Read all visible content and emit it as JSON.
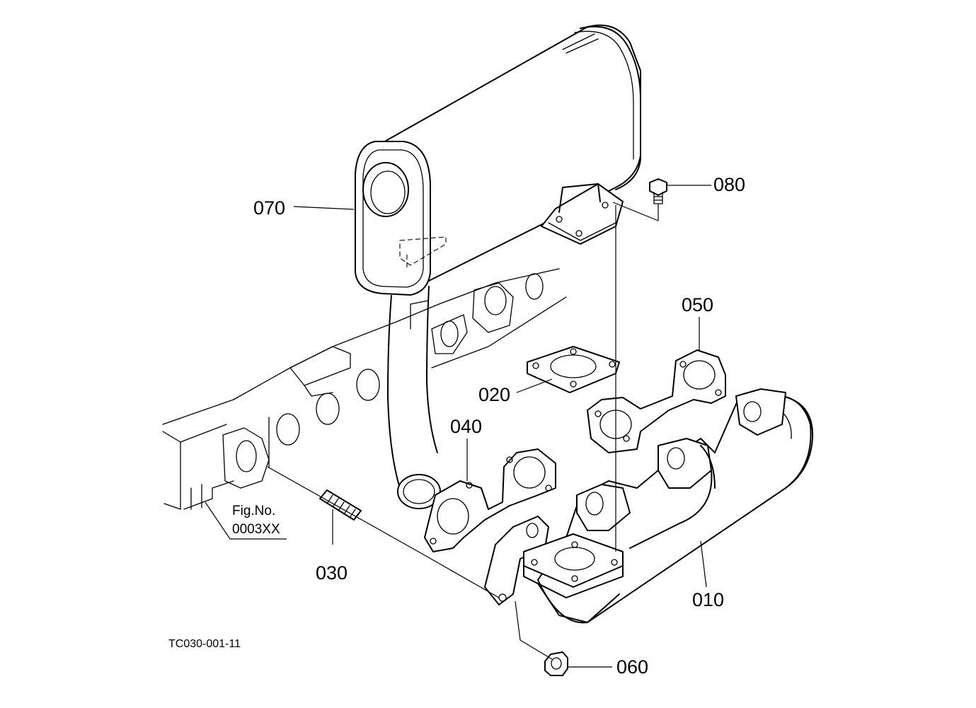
{
  "diagram": {
    "callouts": {
      "p010": "010",
      "p020": "020",
      "p030": "030",
      "p040": "040",
      "p050": "050",
      "p060": "060",
      "p070": "070",
      "p080": "080"
    },
    "fig_ref_line1": "Fig.No.",
    "fig_ref_line2": "0003XX",
    "drawing_code": "TC030-001-11"
  }
}
